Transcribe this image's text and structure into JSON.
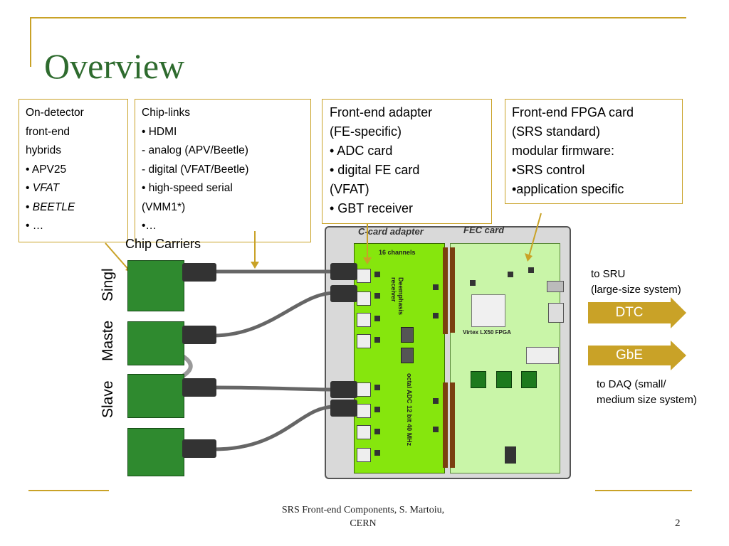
{
  "title": "Overview",
  "callouts": {
    "detector": {
      "lines": [
        "On-detector",
        "front-end",
        "hybrids",
        "• APV25"
      ],
      "vfat": "VFAT",
      "beetle": "BEETLE",
      "last": "• …"
    },
    "chiplinks": {
      "text": "Chip-links\n• HDMI\n   - analog (APV/Beetle)\n   - digital (VFAT/Beetle)\n• high-speed serial\n(VMM1*)\n•…"
    },
    "fe_adapter": {
      "text": "Front-end adapter\n(FE-specific)\n• ADC card\n• digital FE card\n(VFAT)\n• GBT receiver"
    },
    "fpga_card": {
      "text": "Front-end FPGA card\n(SRS standard)\nmodular firmware:\n•SRS control\n•application specific"
    }
  },
  "labels": {
    "chip_carriers": "Chip Carriers",
    "single": "Singl",
    "master": "Maste",
    "slave": "Slave",
    "ccard": "C-card adapter",
    "fec": "FEC card",
    "channels": "16 channels",
    "deemphasis": "Deemphasis receiver",
    "adc": "octal ADC 12 bit 40 MHz",
    "fpga": "Virtex LX50 FPGA",
    "to_sru": "to SRU\n(large-size system)",
    "dtc": "DTC",
    "gbe": "GbE",
    "to_daq": "to DAQ (small/\nmedium size system)"
  },
  "footer": {
    "text": "SRS Front-end Components, S. Martoiu,\nCERN",
    "page": "2"
  },
  "colors": {
    "accent": "#c9a227",
    "title": "#2e6b2e",
    "ccard": "#86e60d",
    "fec": "#c9f5a8"
  }
}
